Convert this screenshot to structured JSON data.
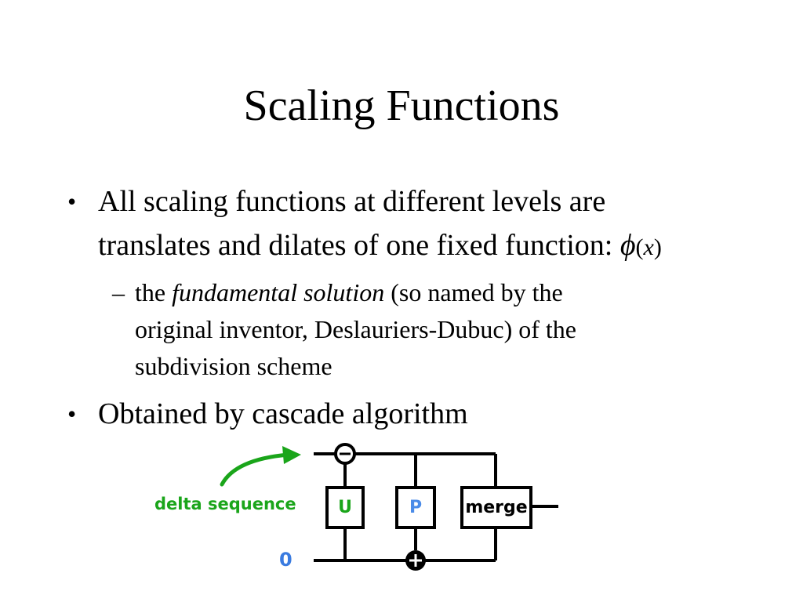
{
  "slide": {
    "title": "Scaling Functions",
    "bullets": [
      {
        "line1": "All scaling functions at different levels are",
        "line2": "translates and dilates of one fixed function:",
        "phi_symbol": "ϕ",
        "phi_arg_open": "(",
        "phi_arg": "x",
        "phi_arg_close": ")",
        "sub": {
          "dash": "–",
          "line1_prefix": "the ",
          "line1_emph": "fundamental solution",
          "line1_suffix": " (so named by the",
          "line2": "original inventor, Deslauriers-Dubuc) of the",
          "line3": "subdivision scheme"
        }
      },
      {
        "line1": "Obtained by cascade algorithm"
      }
    ],
    "bullet_char": "•"
  },
  "diagram": {
    "input_label": "delta sequence",
    "zero_label": "0",
    "box_u": "U",
    "box_p": "P",
    "box_merge": "merge",
    "minus_node": "−",
    "plus_node": "+",
    "colors": {
      "arrow_green": "#1aa51a",
      "zero_blue": "#3a7be0",
      "u_green": "#1aa51a",
      "p_blue": "#4a8be8",
      "line_black": "#000000"
    }
  }
}
